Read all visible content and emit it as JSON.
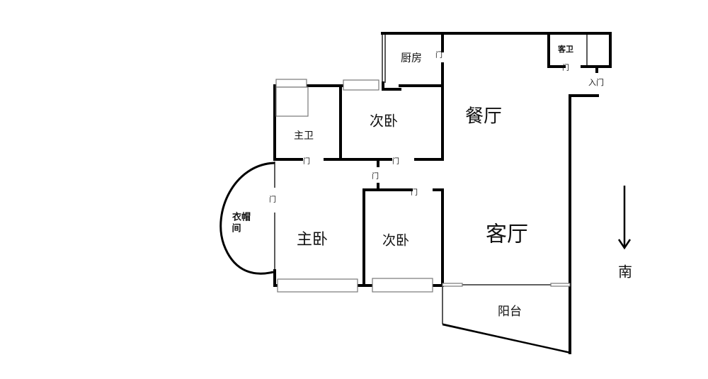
{
  "rooms": {
    "kitchen": "厨房",
    "guest_bath": "客卫",
    "entrance": "入门",
    "dining": "餐厅",
    "bedroom_upper": "次卧",
    "master_bath": "主卫",
    "cloakroom_line1": "衣帽",
    "cloakroom_line2": "间",
    "master_bedroom": "主卧",
    "bedroom_lower": "次卧",
    "living_room": "客厅",
    "balcony": "阳台"
  },
  "door_label": "门",
  "compass": {
    "direction": "南",
    "icon": "arrow-down-icon"
  }
}
